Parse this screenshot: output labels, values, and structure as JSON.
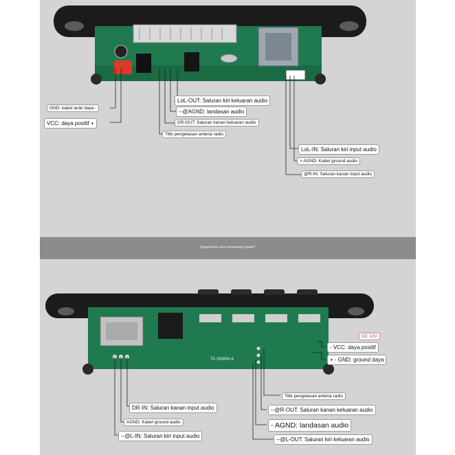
{
  "top": {
    "labels": {
      "gnd": "GND: kabel arde daya -",
      "vcc": "VCC: daya positif +",
      "lol_out": "LoL-OUT: Saluran kiri keluaran audio",
      "agnd": "--@AGND: landasan audio",
      "dr_out": "DR-OUT: Saluran kanan keluaran audio",
      "antenna": "Titik pengelasan antena radio",
      "lol_in": "LoL-IN: Saluran kiri input audio",
      "agnd_in": "> AGND: Kabel ground audio",
      "r_in": "@R-IN: Saluran kanan input audio"
    }
  },
  "band": {
    "caption": "Bagaimana cara memasang kawat?"
  },
  "bottom": {
    "labels": {
      "dc": "DC 12V",
      "vcc": "- VCC: daya positif",
      "gnd": "+ - GND: ground daya",
      "antenna": "Titik pengelasan antena radio",
      "r_out": "--@R-OUT: Saluran kanan keluaran audio",
      "agnd": "- AGND: landasan audio",
      "l_out": "--@L-OUT: Saluran kiri keluaran audio",
      "dr_in": "DR-IN: Saluran kanan input audio",
      "agnd_small": "AGND: Kabel ground audio",
      "l_in": "--@L-IN: Saluran kiri input audio"
    },
    "board_text": "TA 168606-6"
  }
}
